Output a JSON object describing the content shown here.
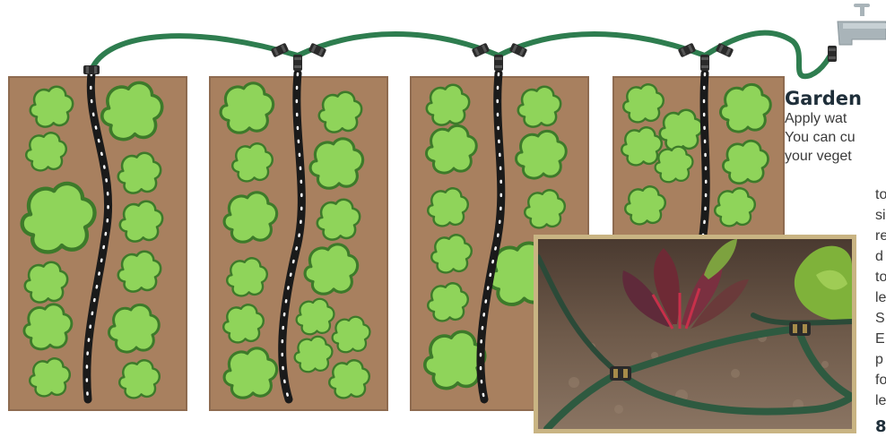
{
  "heading": {
    "title": "Garden"
  },
  "intro_lines": [
    "Apply wat",
    "You can cu",
    "your veget"
  ],
  "side_lines": [
    "to",
    "si",
    "re",
    "d",
    "to",
    "le",
    "S",
    "E",
    "p",
    "fo",
    "le"
  ],
  "part_number": "8",
  "colors": {
    "hose": "#2e7d4f",
    "bed_soil": "#a8805f",
    "plant_fill": "#8fd45a",
    "plant_outline": "#3d7a2a",
    "soaker": "#1a1a1a",
    "faucet": "#a9b4b9"
  },
  "illustration": {
    "beds": 4,
    "icons": [
      "faucet-icon",
      "y-connector-icon",
      "soaker-hose-icon",
      "plant-icon"
    ]
  },
  "photo": {
    "subject": "soaker hose with y-connector in garden soil"
  }
}
